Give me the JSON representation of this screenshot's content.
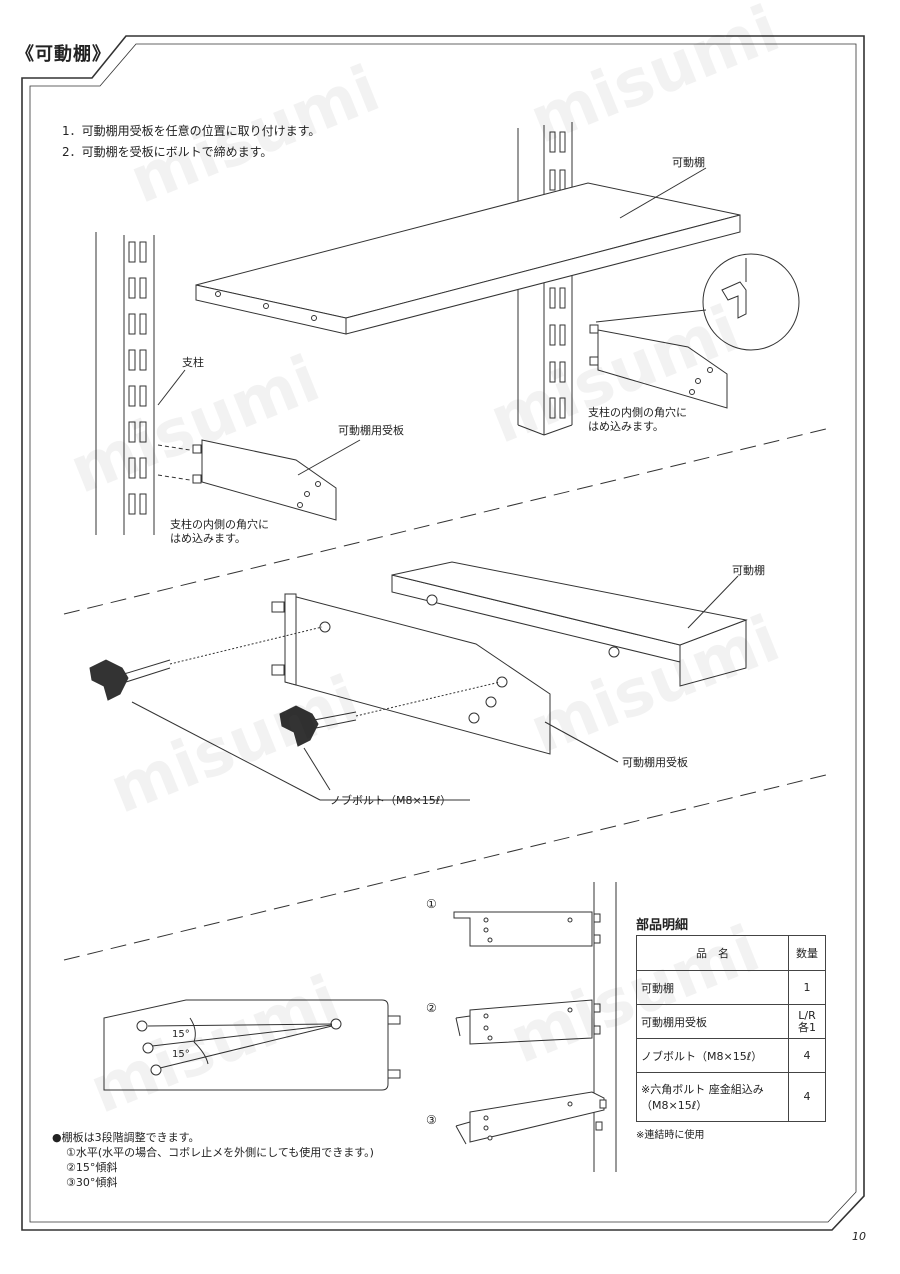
{
  "header": {
    "title": "《可動棚》"
  },
  "steps": [
    "1．可動棚用受板を任意の位置に取り付けます。",
    "2．可動棚を受板にボルトで締めます。"
  ],
  "labels": {
    "shelf_top": "可動棚",
    "post": "支柱",
    "bracket_left": "可動棚用受板",
    "insert_right_1": "支柱の内側の角穴に",
    "insert_right_2": "はめ込みます。",
    "insert_left_1": "支柱の内側の角穴に",
    "insert_left_2": "はめ込みます。",
    "shelf_mid": "可動棚",
    "bracket_mid": "可動棚用受板",
    "knob_bolt": "ノブボルト（M8×15ℓ）"
  },
  "angles": {
    "a1": "15°",
    "a2": "15°"
  },
  "adjust_marks": [
    "①",
    "②",
    "③"
  ],
  "adjust_notes": [
    "●棚板は3段階調整できます。",
    "①水平(水平の場合、コボレ止メを外側にしても使用できます。)",
    "②15°傾斜",
    "③30°傾斜"
  ],
  "parts": {
    "title": "部品明細",
    "headers": {
      "name": "品　名",
      "qty": "数量"
    },
    "rows": [
      {
        "name": "可動棚",
        "qty": "1"
      },
      {
        "name": "可動棚用受板",
        "qty": "L/R 各1"
      },
      {
        "name": "ノブボルト（M8×15ℓ）",
        "qty": "4"
      },
      {
        "name": "※六角ボルト 座金組込み（M8×15ℓ）",
        "qty": "4"
      }
    ],
    "note": "※連結時に使用"
  },
  "footer": {
    "page_number": "10"
  },
  "watermark": "misumi"
}
